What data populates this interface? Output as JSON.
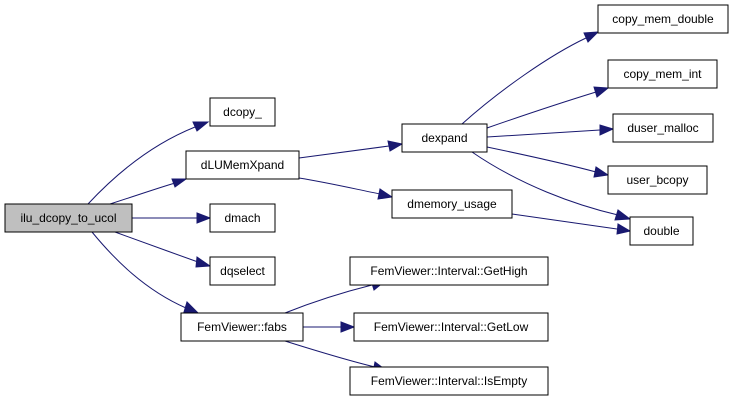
{
  "graph": {
    "edge_color": "#191970",
    "root_fill": "#bfbfbf",
    "nodes": {
      "ilu_dcopy_to_ucol": "ilu_dcopy_to_ucol",
      "dcopy_": "dcopy_",
      "dLUMemXpand": "dLUMemXpand",
      "dmach": "dmach",
      "dqselect": "dqselect",
      "fabs": "FemViewer::fabs",
      "dexpand": "dexpand",
      "dmemory_usage": "dmemory_usage",
      "copy_mem_double": "copy_mem_double",
      "copy_mem_int": "copy_mem_int",
      "duser_malloc": "duser_malloc",
      "user_bcopy": "user_bcopy",
      "double": "double",
      "GetHigh": "FemViewer::Interval::GetHigh",
      "GetLow": "FemViewer::Interval::GetLow",
      "IsEmpty": "FemViewer::Interval::IsEmpty"
    }
  }
}
